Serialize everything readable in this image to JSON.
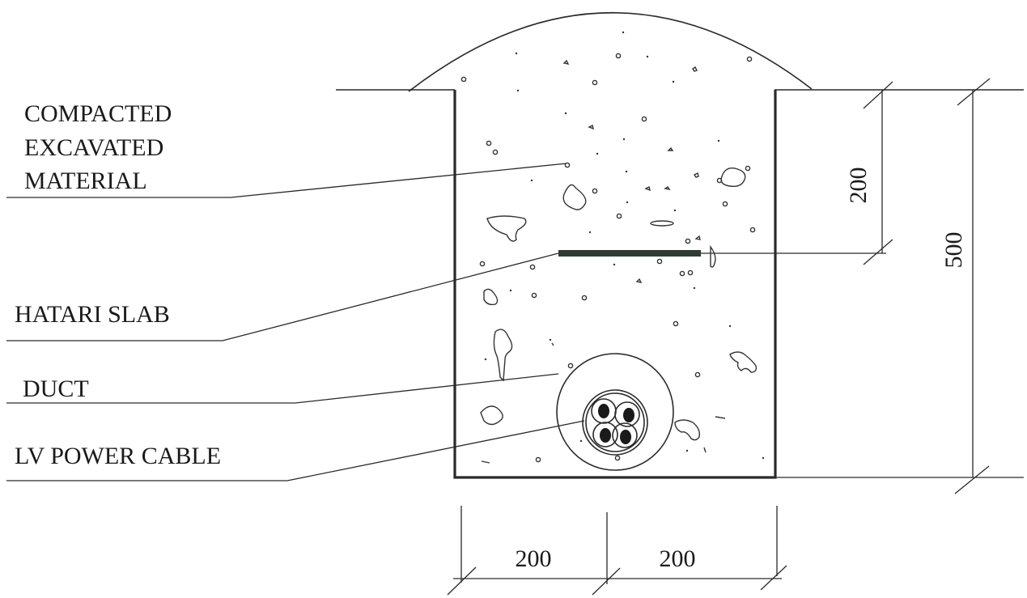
{
  "labels": {
    "fill_line1": "COMPACTED",
    "fill_line2": "EXCAVATED",
    "fill_line3": "MATERIAL",
    "slab": "HATARI SLAB",
    "duct": "DUCT",
    "cable": "LV POWER CABLE"
  },
  "dimensions": {
    "slab_depth": "200",
    "trench_depth": "500",
    "width_left": "200",
    "width_right": "200"
  },
  "colors": {
    "line": "#2a2a2a",
    "slab": "#2f3a33",
    "cable_core": "#1a1a1a",
    "background": "#ffffff"
  }
}
